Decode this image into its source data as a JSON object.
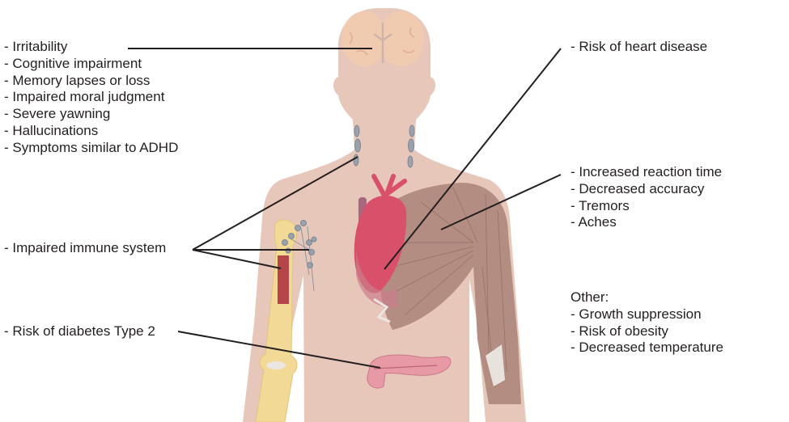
{
  "diagram": {
    "colors": {
      "skin": "#e8c7bb",
      "brain": "#f1cbb0",
      "bone": "#f2d995",
      "marrow": "#b6454a",
      "heart": "#d8506a",
      "muscle": "#b08a7e",
      "pancreas": "#e79aa5",
      "lymph": "#9aa3ad",
      "line": "#231f20"
    },
    "labels": {
      "brain": {
        "items": [
          "- Irritability",
          "- Cognitive impairment",
          "- Memory lapses or loss",
          "- Impaired moral judgment",
          "- Severe yawning",
          "- Hallucinations",
          "- Symptoms similar to ADHD"
        ]
      },
      "immune": {
        "items": [
          "- Impaired immune system"
        ]
      },
      "diabetes": {
        "items": [
          "- Risk of diabetes Type 2"
        ]
      },
      "heart": {
        "items": [
          "- Risk of heart disease"
        ]
      },
      "muscle": {
        "items": [
          "- Increased reaction time",
          "- Decreased accuracy",
          "- Tremors",
          "- Aches"
        ]
      },
      "other": {
        "heading": "Other:",
        "items": [
          "- Growth suppression",
          "- Risk of obesity",
          "- Decreased temperature"
        ]
      }
    }
  }
}
